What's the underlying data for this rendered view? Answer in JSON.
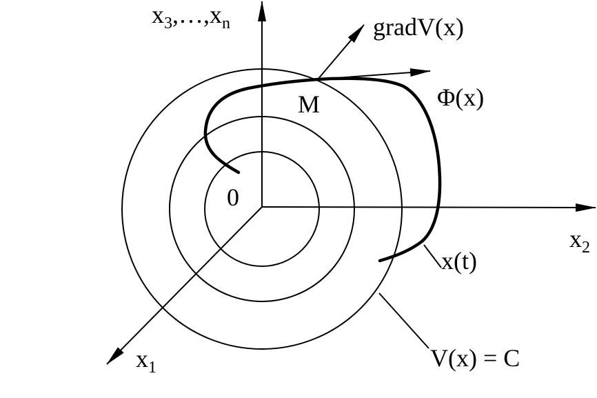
{
  "labels": {
    "axis_top": "x",
    "axis_top_sub1": "3",
    "axis_top_mid": ",…,x",
    "axis_top_sub2": "n",
    "grad": "gradV(x)",
    "phi": "Φ(x)",
    "point_m": "M",
    "origin": "0",
    "axis_right": "x",
    "axis_right_sub": "2",
    "trajectory": "x(t)",
    "axis_diag": "x",
    "axis_diag_sub": "1",
    "level_set": "V(x) = C"
  }
}
